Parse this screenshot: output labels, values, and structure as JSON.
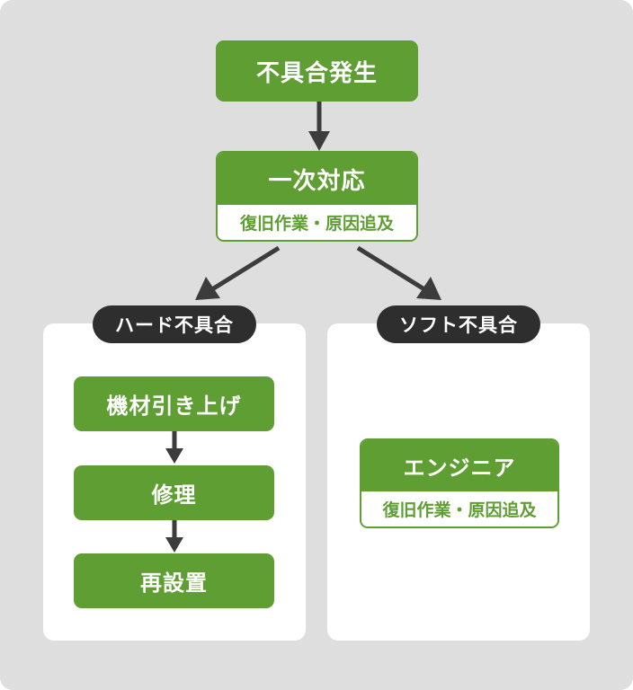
{
  "theme": {
    "background": "#dedede",
    "green": "#5f9e32",
    "green_text": "#5f9e32",
    "pill_dark": "#2e2e2e",
    "arrow": "#3c3c3c",
    "panel": "#ffffff"
  },
  "flow": {
    "start": {
      "label": "不具合発生"
    },
    "first_response": {
      "title": "一次対応",
      "subtitle": "復旧作業・原因追及"
    },
    "branches": [
      {
        "pill": "ハード不具合",
        "steps": [
          {
            "label": "機材引き上げ"
          },
          {
            "label": "修理"
          },
          {
            "label": "再設置"
          }
        ]
      },
      {
        "pill": "ソフト不具合",
        "steps": [
          {
            "title": "エンジニア",
            "subtitle": "復旧作業・原因追及"
          }
        ]
      }
    ]
  },
  "icons": {
    "arrow_down": "arrow-down-icon",
    "arrow_diagonal_left": "arrow-diagonal-down-left-icon",
    "arrow_diagonal_right": "arrow-diagonal-down-right-icon"
  }
}
